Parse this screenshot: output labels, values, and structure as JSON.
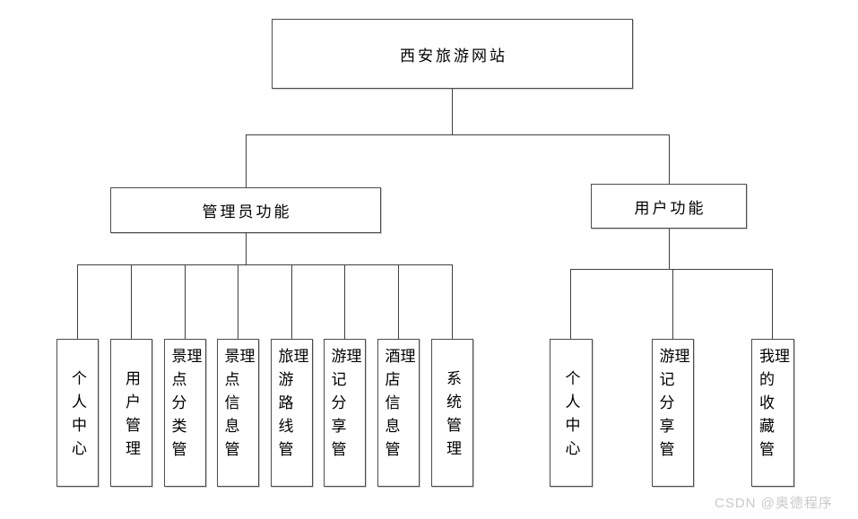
{
  "diagram": {
    "root": {
      "label": "西安旅游网站"
    },
    "branches": [
      {
        "label": "管理员功能",
        "children": [
          {
            "label": "个人中心"
          },
          {
            "label": "用户管理"
          },
          {
            "label": "景点分类管理"
          },
          {
            "label": "景点信息管理"
          },
          {
            "label": "旅游路线管理"
          },
          {
            "label": "游记分享管理"
          },
          {
            "label": "酒店信息管理"
          },
          {
            "label": "系统管理"
          }
        ]
      },
      {
        "label": "用户功能",
        "children": [
          {
            "label": "个人中心"
          },
          {
            "label": "游记分享管理"
          },
          {
            "label": "我的收藏管理"
          }
        ]
      }
    ]
  },
  "watermark": {
    "text": "CSDN @奥德程序"
  },
  "colors": {
    "line": "#3f3f3f",
    "border": "#4c4c4c",
    "background": "#ffffff",
    "text": "#000000",
    "watermark": "#c9c9c9"
  }
}
